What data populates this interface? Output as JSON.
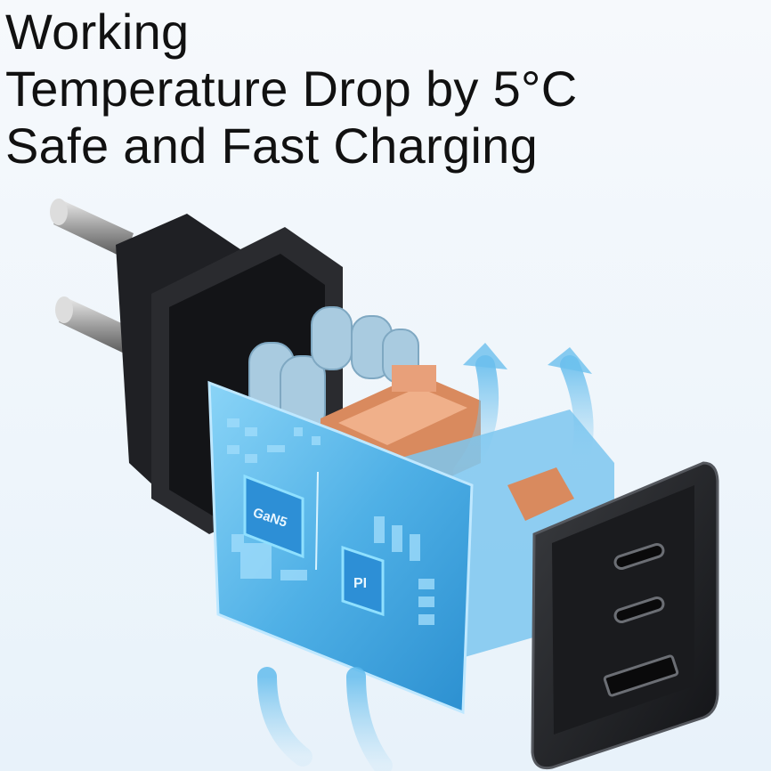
{
  "headline": {
    "line1": "Working",
    "line2": "Temperature Drop by 5°C",
    "line3": "Safe and Fast Charging"
  },
  "chips": {
    "gan": "GaN5",
    "pi": "PI"
  },
  "colors": {
    "text": "#111111",
    "pcb": "#5bb8ea",
    "body": "#1c1d20",
    "airflow": "#8fd0f2"
  }
}
